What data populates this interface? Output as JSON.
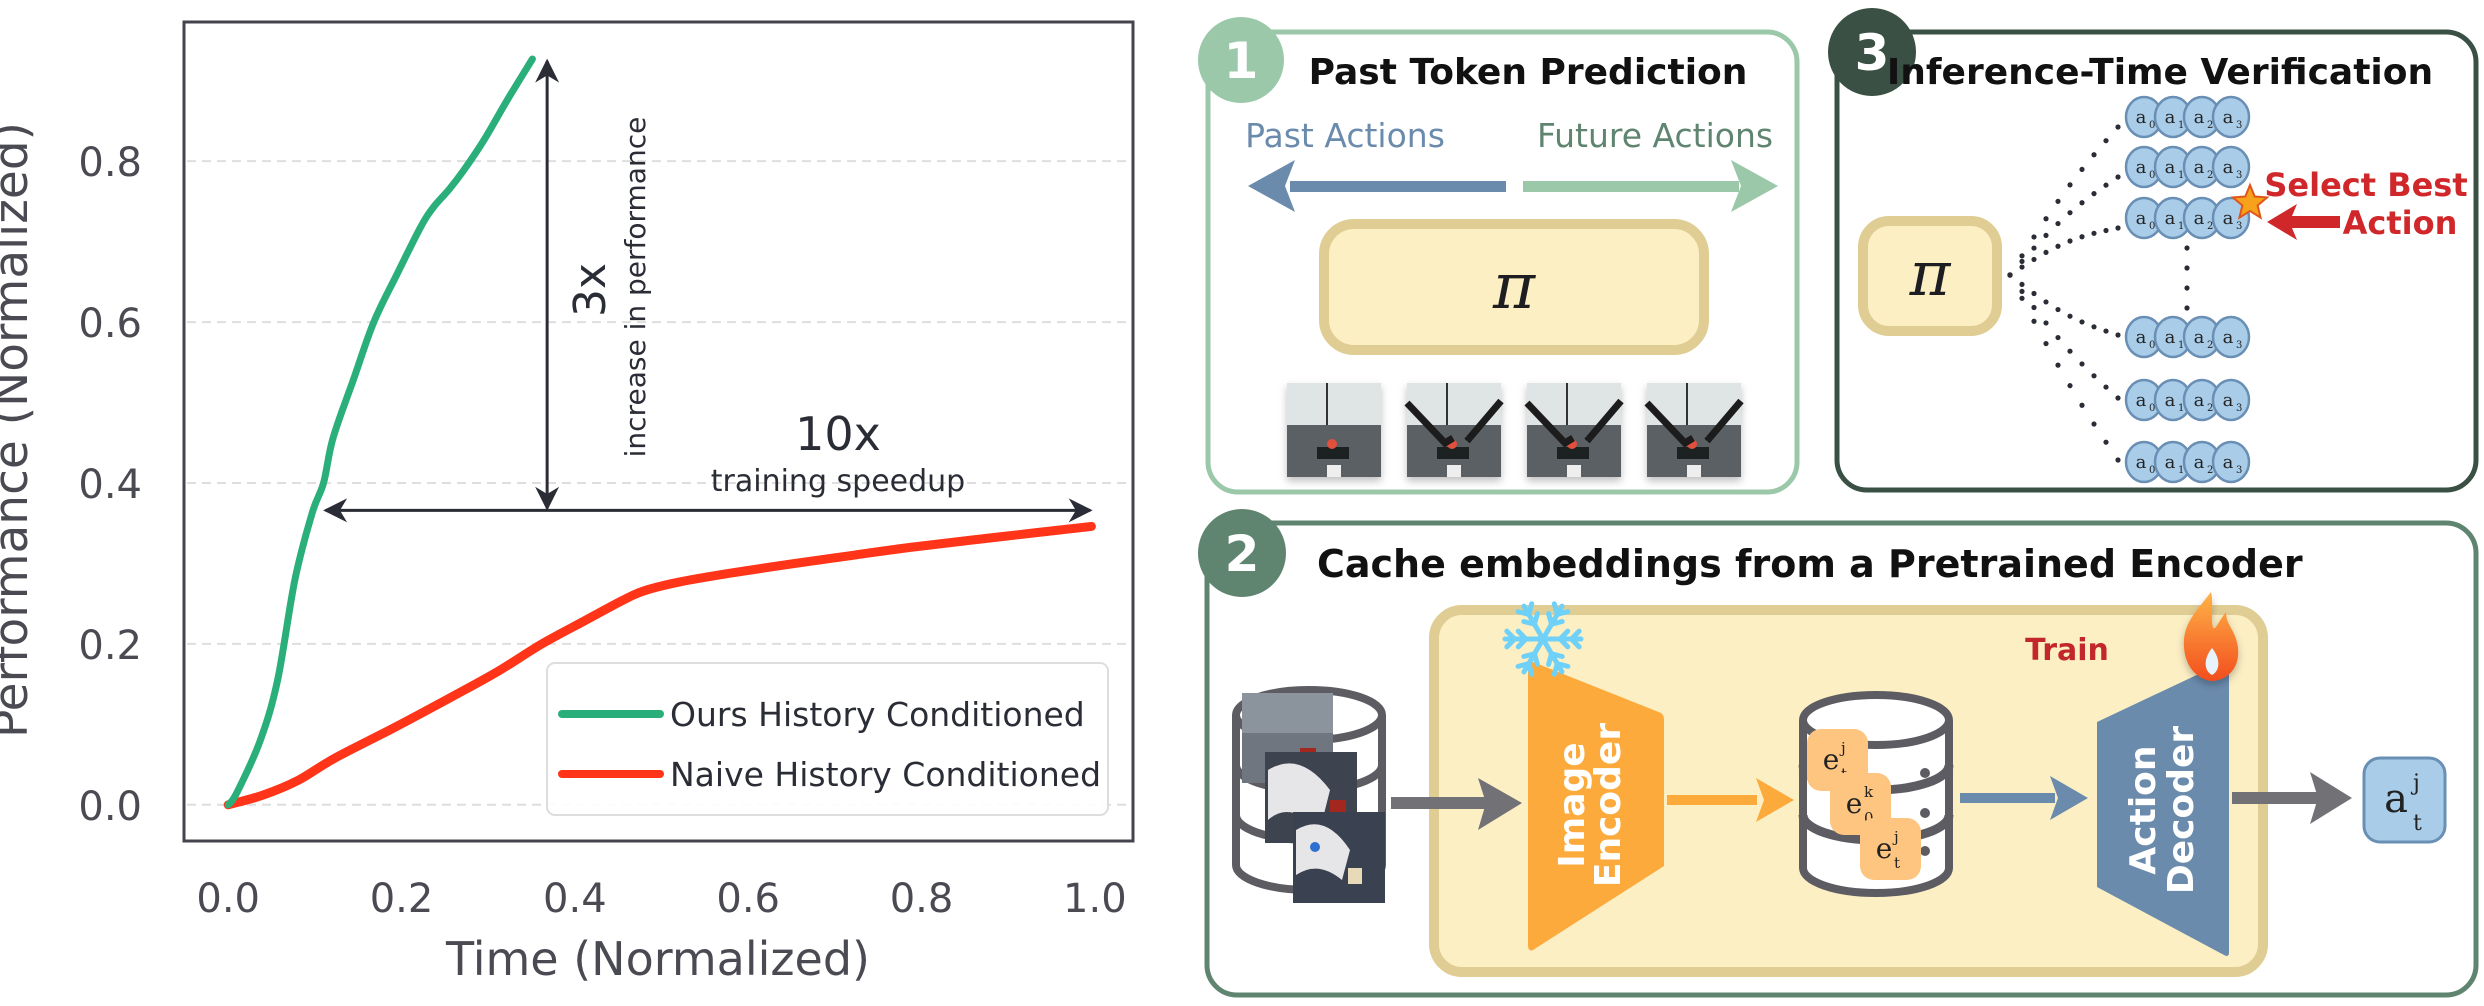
{
  "chart_data": {
    "type": "line",
    "title": "",
    "xlabel": "Time (Normalized)",
    "ylabel": "Performance (Normalized)",
    "xlim": [
      -0.051,
      1.044
    ],
    "ylim": [
      -0.045,
      0.973
    ],
    "xticks": [
      0.0,
      0.2,
      0.4,
      0.6,
      0.8,
      1.0
    ],
    "xtick_labels": [
      "0.0",
      "0.2",
      "0.4",
      "0.6",
      "0.8",
      "1.0"
    ],
    "yticks": [
      0.0,
      0.2,
      0.4,
      0.6,
      0.8
    ],
    "ytick_labels": [
      "0.0",
      "0.2",
      "0.4",
      "0.6",
      "0.8"
    ],
    "grid": "horizontal-dashed",
    "legend_position": "bottom-right",
    "series": [
      {
        "name": "Ours History Conditioned",
        "color": "#2baf7a",
        "x": [
          0.0,
          0.01,
          0.037,
          0.057,
          0.077,
          0.097,
          0.11,
          0.121,
          0.145,
          0.168,
          0.195,
          0.222,
          0.237,
          0.255,
          0.272,
          0.295,
          0.322,
          0.351
        ],
        "y": [
          0.0,
          0.015,
          0.08,
          0.155,
          0.28,
          0.363,
          0.4,
          0.456,
          0.53,
          0.6,
          0.66,
          0.718,
          0.743,
          0.765,
          0.789,
          0.826,
          0.876,
          0.927
        ]
      },
      {
        "name": "Naive History Conditioned",
        "color": "#ff3418",
        "x": [
          0.0,
          0.04,
          0.08,
          0.123,
          0.19,
          0.256,
          0.31,
          0.362,
          0.41,
          0.455,
          0.48,
          0.521,
          0.58,
          0.654,
          0.72,
          0.787,
          0.89,
          0.996
        ],
        "y": [
          0.0,
          0.012,
          0.03,
          0.058,
          0.095,
          0.133,
          0.165,
          0.2,
          0.228,
          0.254,
          0.266,
          0.277,
          0.288,
          0.3,
          0.31,
          0.32,
          0.333,
          0.346
        ]
      }
    ],
    "annotations": [
      {
        "type": "double-arrow-vertical",
        "x": 0.368,
        "y_from": 0.366,
        "y_to": 0.927,
        "big_text": "3x",
        "small_text": "increase in performance"
      },
      {
        "type": "double-arrow-horizontal",
        "y": 0.366,
        "x_from": 0.11,
        "x_to": 0.997,
        "big_text": "10x",
        "small_text": "training speedup"
      }
    ]
  },
  "diagram": {
    "colors": {
      "panel1_border": "#9bc8a9",
      "panel2_border": "#5f8570",
      "panel3_border": "#3a5044",
      "policy_fill": "#fdefc4",
      "policy_border": "#e0cd93",
      "past_blue": "#6b8bad",
      "future_green": "#9bc8a9",
      "future_text": "#5f8570",
      "token_fill": "#a9cde9",
      "token_border": "#6a8fb5",
      "select_red": "#d0282a",
      "encoder_orange": "#fcaa3c",
      "decoder_blue": "#6b8bad",
      "embed_fill": "#fdc57f",
      "db_gray": "#5c5c62",
      "arrow_gray": "#717176"
    },
    "panel1": {
      "badge": "1",
      "title": "Past Token Prediction",
      "past_label": "Past Actions",
      "future_label": "Future Actions",
      "policy_symbol": "π",
      "frames": [
        "robot-frame-1",
        "robot-frame-2",
        "robot-frame-3",
        "robot-frame-4"
      ]
    },
    "panel3": {
      "badge": "3",
      "title": "Inference-Time Verification",
      "policy_symbol": "π",
      "token_labels": [
        "a",
        "a",
        "a",
        "a"
      ],
      "token_subs": [
        "0",
        "1",
        "2",
        "3"
      ],
      "rows": 6,
      "selected_row": 3,
      "select_line1": "Select Best",
      "select_line2": "Action"
    },
    "panel2": {
      "badge": "2",
      "title": "Cache embeddings from a Pretrained Encoder",
      "train_label": "Train",
      "encoder_line1": "Image",
      "encoder_line2": "Encoder",
      "decoder_line1": "Action",
      "decoder_line2": "Decoder",
      "embeddings": [
        {
          "base": "e",
          "sup": "j",
          "sub": "t"
        },
        {
          "base": "e",
          "sup": "k",
          "sub": "0"
        },
        {
          "base": "e",
          "sup": "j",
          "sub": "t"
        }
      ],
      "output": {
        "base": "a",
        "sup": "j",
        "sub": "t"
      }
    }
  }
}
